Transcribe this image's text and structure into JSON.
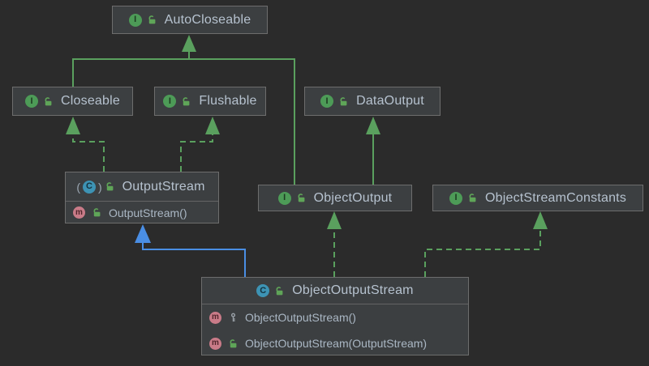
{
  "icons": {
    "interface_letter": "I",
    "class_letter": "C",
    "method_letter": "m",
    "abstract_paren_left": "(",
    "abstract_paren_right": ")"
  },
  "colors": {
    "canvas_bg": "#2b2b2b",
    "node_bg": "#3c3f41",
    "node_border": "#6d6d6d",
    "title_text": "#b6c2cf",
    "member_text": "#aab7c4",
    "green_edge": "#5aa05e",
    "blue_edge": "#4a8ee4",
    "interface_icon_green": "#4d9b57",
    "class_icon_teal": "#3d93b4",
    "method_icon_pink": "#c97b88",
    "public_lock_green": "#5fa558",
    "protected_key_gray": "#9aa1a8"
  },
  "nodes": {
    "autocloseable": {
      "title": "AutoCloseable",
      "kind": "interface"
    },
    "closeable": {
      "title": "Closeable",
      "kind": "interface"
    },
    "flushable": {
      "title": "Flushable",
      "kind": "interface"
    },
    "dataoutput": {
      "title": "DataOutput",
      "kind": "interface"
    },
    "outputstream": {
      "title": "OutputStream",
      "kind": "abstract class",
      "methods": [
        {
          "label": "OutputStream()",
          "visibility": "public"
        }
      ]
    },
    "objectoutput": {
      "title": "ObjectOutput",
      "kind": "interface"
    },
    "objectstreamconstants": {
      "title": "ObjectStreamConstants",
      "kind": "interface"
    },
    "objectoutputstream": {
      "title": "ObjectOutputStream",
      "kind": "class",
      "methods": [
        {
          "label": "ObjectOutputStream()",
          "visibility": "protected"
        },
        {
          "label": "ObjectOutputStream(OutputStream)",
          "visibility": "public"
        }
      ]
    }
  },
  "edges": [
    {
      "from": "Closeable",
      "to": "AutoCloseable",
      "type": "extends",
      "style": "solid-green"
    },
    {
      "from": "ObjectOutput",
      "to": "AutoCloseable",
      "type": "extends",
      "style": "solid-green"
    },
    {
      "from": "ObjectOutput",
      "to": "DataOutput",
      "type": "extends",
      "style": "solid-green"
    },
    {
      "from": "OutputStream",
      "to": "Closeable",
      "type": "implements",
      "style": "dashed-green"
    },
    {
      "from": "OutputStream",
      "to": "Flushable",
      "type": "implements",
      "style": "dashed-green"
    },
    {
      "from": "ObjectOutputStream",
      "to": "OutputStream",
      "type": "extends",
      "style": "solid-blue"
    },
    {
      "from": "ObjectOutputStream",
      "to": "ObjectOutput",
      "type": "implements",
      "style": "dashed-green"
    },
    {
      "from": "ObjectOutputStream",
      "to": "ObjectStreamConstants",
      "type": "implements",
      "style": "dashed-green"
    }
  ]
}
